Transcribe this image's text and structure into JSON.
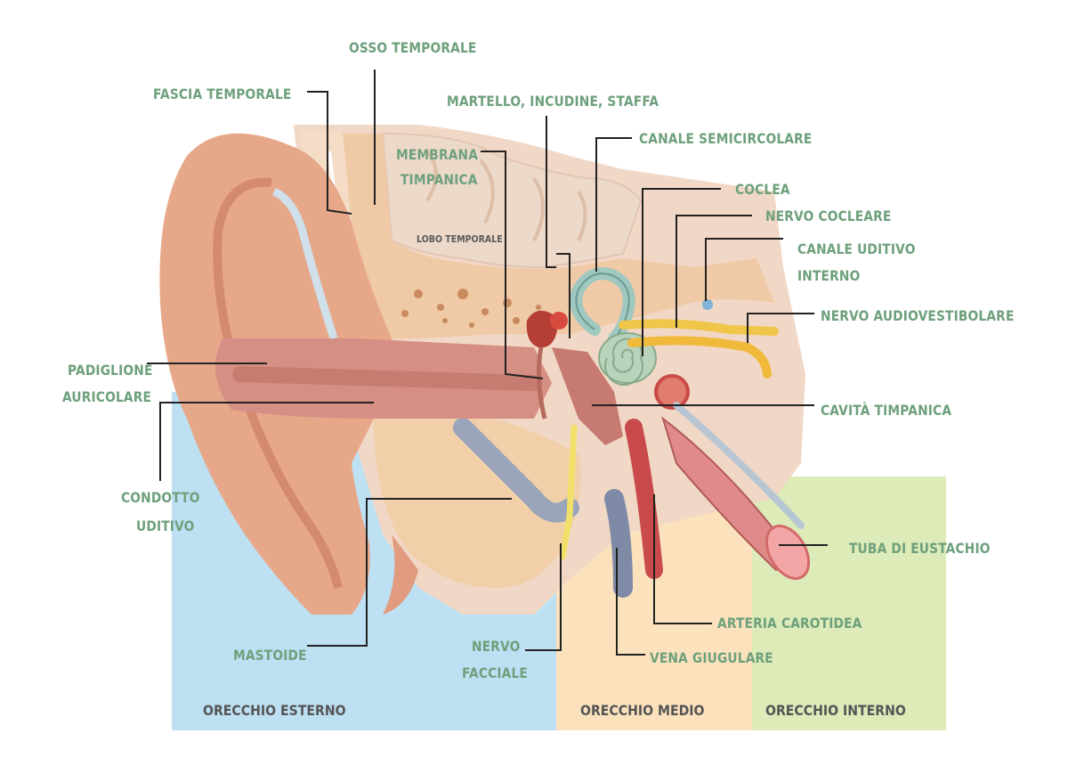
{
  "labels": {
    "osso_temporale": "OSSO TEMPORALE",
    "fascia_temporale": "FASCIA TEMPORALE",
    "martello": "MARTELLO, INCUDINE, STAFFA",
    "membrana_1": "MEMBRANA",
    "membrana_2": "TIMPANICA",
    "canale_semicircolare": "CANALE SEMICIRCOLARE",
    "coclea": "COCLEA",
    "nervo_cocleare": "NERVO COCLEARE",
    "canale_uditivo_1": "CANALE UDITIVO",
    "canale_uditivo_2": "INTERNO",
    "nervo_audiovestibolare": "NERVO AUDIOVESTIBOLARE",
    "padiglione_1": "PADIGLIONE",
    "padiglione_2": "AURICOLARE",
    "cavita_timpanica": "CAVITÀ TIMPANICA",
    "condotto_1": "CONDOTTO",
    "condotto_2": "UDITIVO",
    "tuba_eustachio": "TUBA DI EUSTACHIO",
    "arteria_carotidea": "ARTERIA CAROTIDEA",
    "mastoide": "MASTOIDE",
    "nervo_facciale_1": "NERVO",
    "nervo_facciale_2": "FACCIALE",
    "vena_giugulare": "VENA GIUGULARE",
    "lobo_temporale": "LOBO TEMPORALE"
  },
  "zones": {
    "esterno": "ORECCHIO ESTERNO",
    "medio": "ORECCHIO MEDIO",
    "interno": "ORECCHIO INTERNO"
  },
  "colors": {
    "label_text": "#6ea07c",
    "zone_esterno": "#bde0f3",
    "zone_medio": "#fbe2bd",
    "zone_interno": "#dcebb8",
    "skin": "#e9a98a",
    "canal": "#d98f84",
    "bone": "#f3d5b4",
    "brain": "#ecd9c9",
    "nerve": "#f0c64a",
    "cochlea": "#b9d3bb",
    "semicircular": "#9fc8c0",
    "artery": "#c84a4a",
    "vein": "#7f8aa6",
    "leader_line": "#222222"
  }
}
